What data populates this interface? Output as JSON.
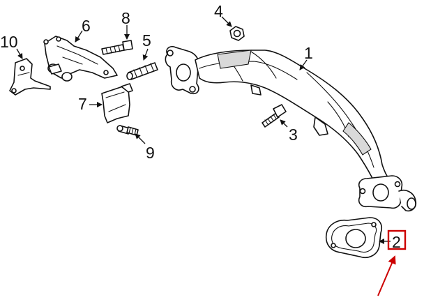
{
  "diagram": {
    "callouts": {
      "c1": "1",
      "c2": "2",
      "c3": "3",
      "c4": "4",
      "c5": "5",
      "c6": "6",
      "c7": "7",
      "c8": "8",
      "c9": "9",
      "c10": "10"
    },
    "highlight": {
      "callout": "2",
      "box_color": "#cc0000",
      "arrow_color": "#cc0000"
    }
  }
}
